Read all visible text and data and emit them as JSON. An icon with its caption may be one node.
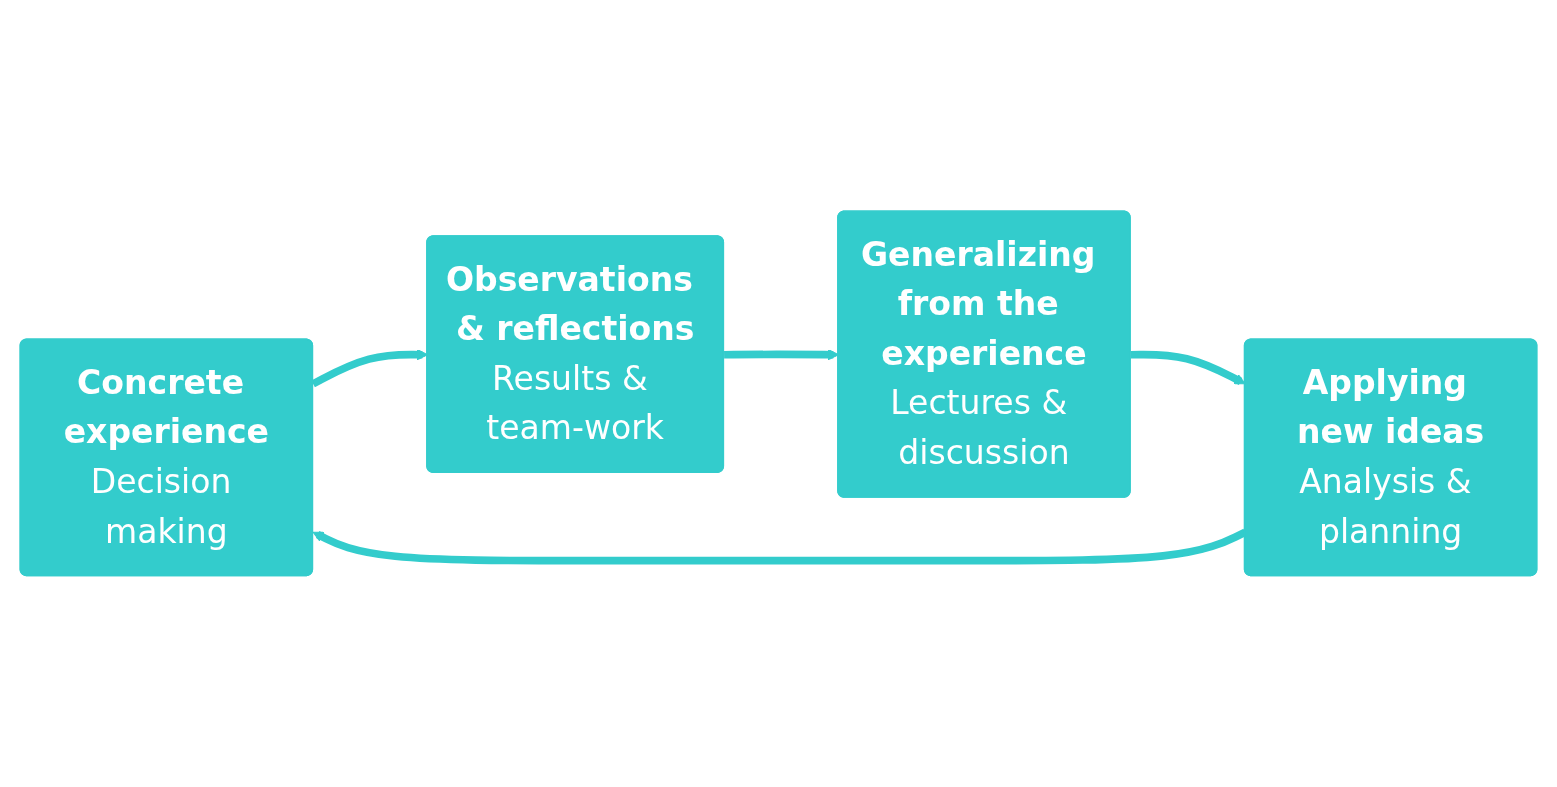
{
  "diagram": {
    "nodes": [
      {
        "text": [
          "Concrete experience",
          "Decision making"
        ]
      },
      {
        "text": [
          "Observations & reflections",
          "Results & team-work"
        ]
      },
      {
        "text": [
          "Generalizing from the experience",
          "Lectures & discussion"
        ]
      },
      {
        "text": [
          "Applying new ideas",
          "Analysis & planning"
        ]
      }
    ],
    "edges": [
      {
        "from": 0,
        "to": 1,
        "arrow": "to"
      },
      {
        "from": 1,
        "to": 2,
        "arrow": "to"
      },
      {
        "from": 2,
        "to": 3,
        "arrow": "to"
      },
      {
        "from": 3,
        "to": 0,
        "arrow": "to"
      }
    ]
  }
}
